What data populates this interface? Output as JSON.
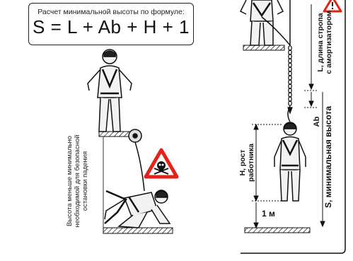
{
  "formula": {
    "caption": "Расчет минимальной высоты по формуле:",
    "equation": "S = L + Ab + H + 1"
  },
  "left_panel": {
    "warning_lines": [
      "Высота меньше минимально",
      "необходимой для безопасной",
      "остановки падения"
    ]
  },
  "right_panel": {
    "label_L": [
      "L, длина стропа",
      "с амортизатором"
    ],
    "label_Ab": "Ab",
    "label_H": [
      "H, рост",
      "работника"
    ],
    "label_S": "S, минимальная высота",
    "label_1m": "1 м"
  },
  "colors": {
    "warning_red": "#e2231a",
    "line": "#111111",
    "skin": "#f2f2f2"
  },
  "icons": [
    "skull-warning-sign",
    "hazard-triangle-icon"
  ]
}
